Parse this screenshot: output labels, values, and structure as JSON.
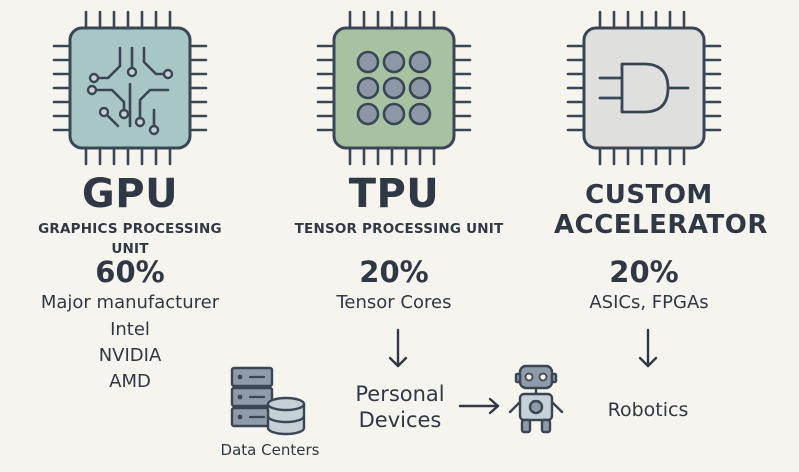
{
  "columns": [
    {
      "title": "GPU",
      "subtitle_lines": [
        "GRAPHICS PROCESSING",
        "UNIT"
      ],
      "percent": "60%",
      "items": [
        "Major manufacturer",
        "Intel",
        "NVIDIA",
        "AMD"
      ],
      "chip_color": "#a9c6c6",
      "chip_icon": "circuit-traces-icon"
    },
    {
      "title": "TPU",
      "subtitle_lines": [
        "TENSOR PROCESSING UNIT"
      ],
      "percent": "20%",
      "items": [
        "Tensor Cores"
      ],
      "chip_color": "#a9c1a3",
      "chip_icon": "dot-grid-icon"
    },
    {
      "title_lines": [
        "CUSTOM",
        "ACCELERATOR"
      ],
      "percent": "20%",
      "items": [
        "ASICs, FPGAs"
      ],
      "chip_color": "#dfe0dd",
      "chip_icon": "logic-gate-icon"
    }
  ],
  "flow": {
    "data_centers": "Data Centers",
    "personal_devices_lines": [
      "Personal",
      "Devices"
    ],
    "robotics": "Robotics"
  },
  "colors": {
    "background": "#f6f4ee",
    "outline": "#3b4654",
    "text": "#2f3844",
    "chip_gpu": "#a9c6c6",
    "chip_tpu": "#a9c1a3",
    "chip_custom": "#dfe0dd",
    "icon_fill": "#c5d1d6"
  }
}
